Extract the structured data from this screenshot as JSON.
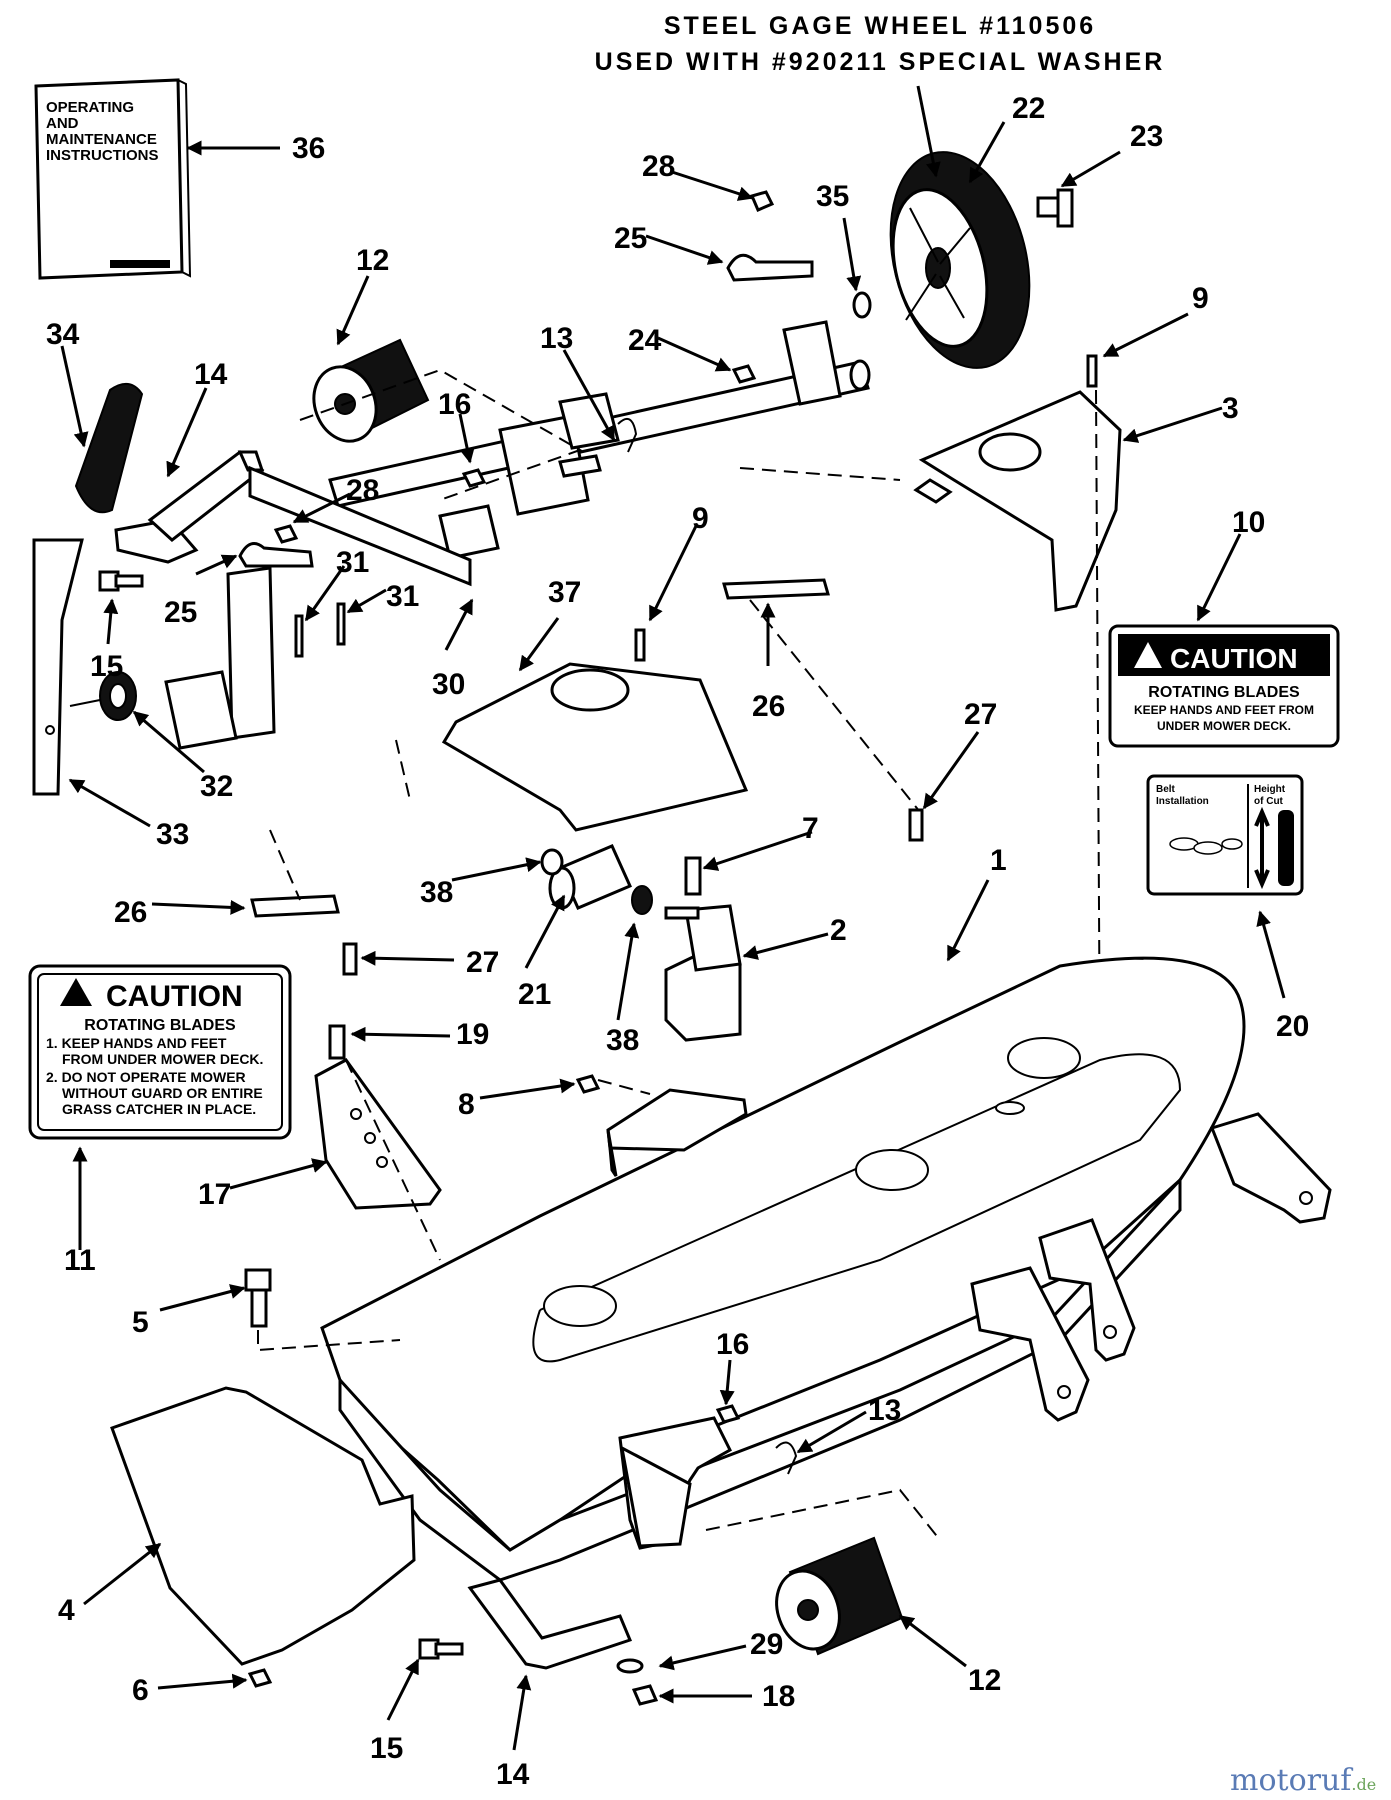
{
  "header": {
    "line1": "STEEL GAGE WHEEL #110506",
    "line2": "USED WITH #920211 SPECIAL WASHER"
  },
  "manual": {
    "line1": "OPERATING",
    "line2": "AND",
    "line3": "MAINTENANCE",
    "line4": "INSTRUCTIONS"
  },
  "decal_10": {
    "heading": "CAUTION",
    "line1": "ROTATING BLADES",
    "line2": "KEEP HANDS AND FEET FROM",
    "line3": "UNDER MOWER DECK."
  },
  "decal_11": {
    "heading": "CAUTION",
    "line1": "ROTATING BLADES",
    "line2": "1. KEEP HANDS AND FEET",
    "line3": "FROM UNDER MOWER DECK.",
    "line4": "2. DO NOT OPERATE MOWER",
    "line5": "WITHOUT GUARD OR ENTIRE",
    "line6": "GRASS CATCHER IN PLACE."
  },
  "decal_20": {
    "left_title1": "Belt",
    "left_title2": "Installation",
    "right_title1": "Height",
    "right_title2": "of Cut"
  },
  "callouts": {
    "c1": "1",
    "c2": "2",
    "c3": "3",
    "c4": "4",
    "c5": "5",
    "c6": "6",
    "c7": "7",
    "c8": "8",
    "c9a": "9",
    "c9b": "9",
    "c10": "10",
    "c11": "11",
    "c12a": "12",
    "c12b": "12",
    "c13a": "13",
    "c13b": "13",
    "c14a": "14",
    "c14b": "14",
    "c15a": "15",
    "c15b": "15",
    "c16a": "16",
    "c16b": "16",
    "c17": "17",
    "c18": "18",
    "c19": "19",
    "c20": "20",
    "c21": "21",
    "c22": "22",
    "c23": "23",
    "c24": "24",
    "c25a": "25",
    "c25b": "25",
    "c26a": "26",
    "c26b": "26",
    "c27a": "27",
    "c27b": "27",
    "c28a": "28",
    "c28b": "28",
    "c29": "29",
    "c30": "30",
    "c31a": "31",
    "c31b": "31",
    "c32": "32",
    "c33": "33",
    "c34": "34",
    "c35": "35",
    "c36": "36",
    "c37": "37",
    "c38a": "38",
    "c38b": "38"
  },
  "watermark": {
    "text": "motoruf",
    "suffix": ".de"
  }
}
